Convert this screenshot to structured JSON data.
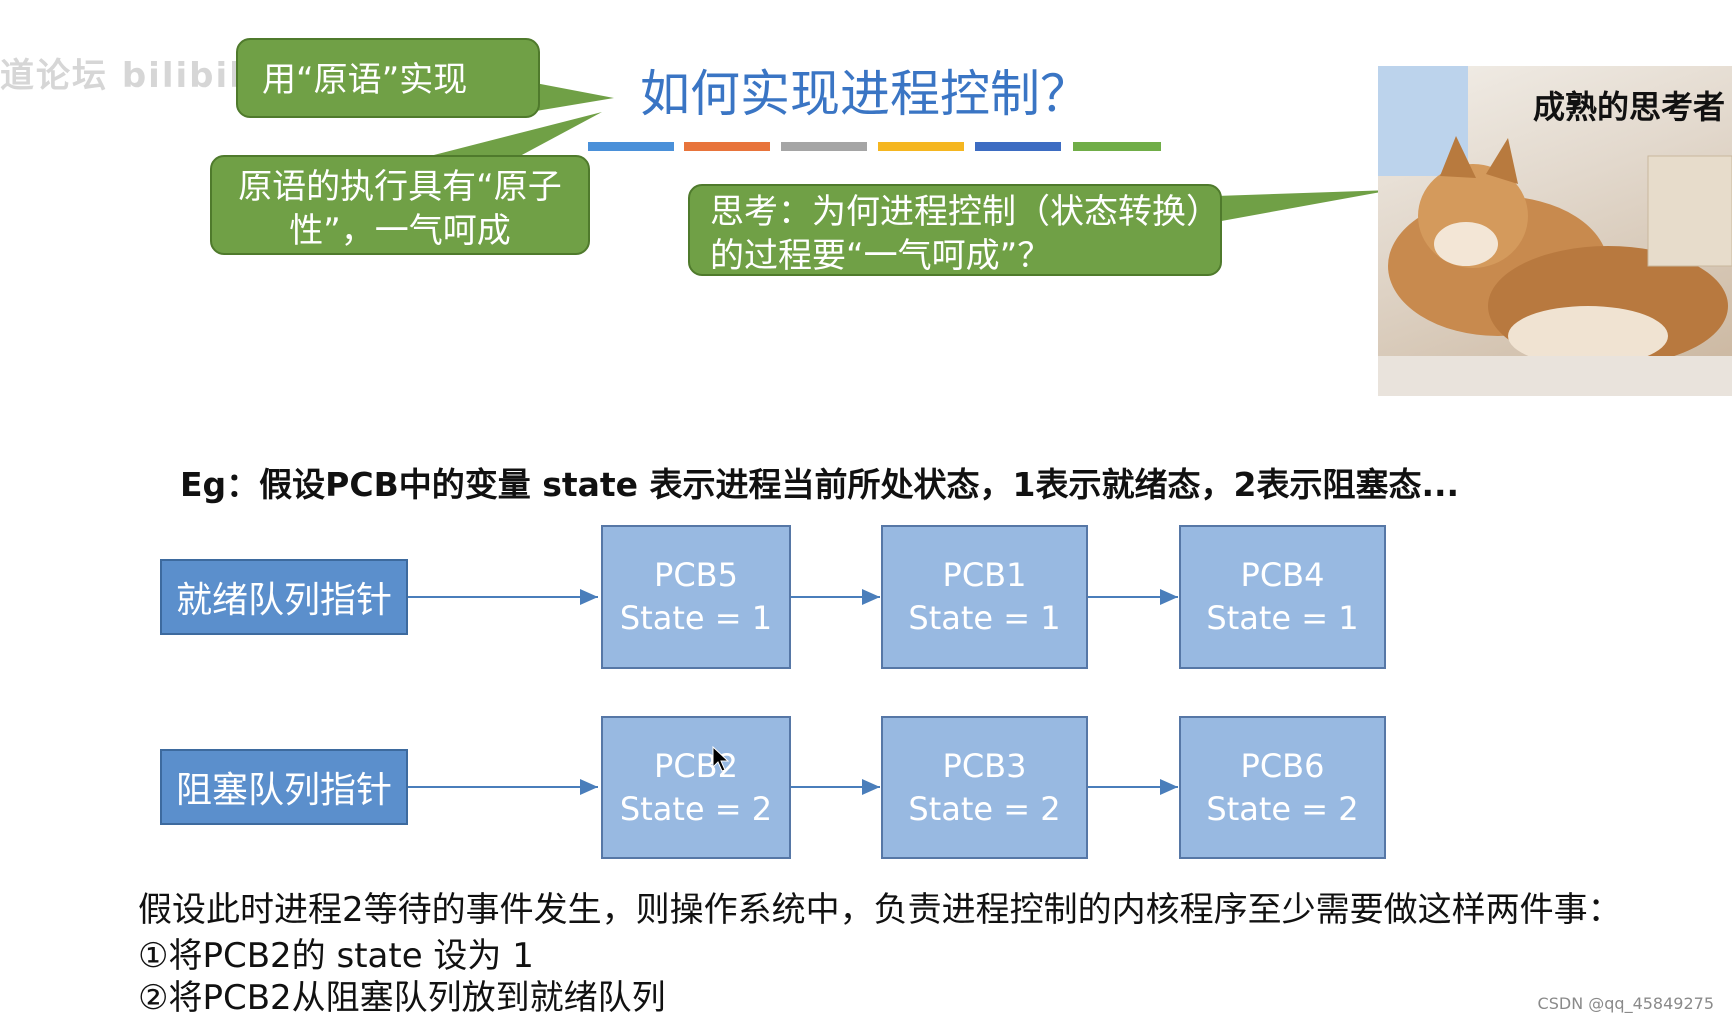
{
  "watermark": "道论坛 bilibili",
  "title": "如何实现进程控制？",
  "bubbles": {
    "primitive": "用“原语”实现",
    "atomic": "原语的执行具有“原子性”，一气呵成",
    "think": "思考：为何进程控制（状态转换）的过程要“一气呵成”？"
  },
  "photo": {
    "caption": "成熟的思考者",
    "icon": "shiba-dog-photo"
  },
  "title_bar_colors": [
    "#4a90d9",
    "#e8743b",
    "#a5a5a5",
    "#f5b620",
    "#3d6cc2",
    "#70ad47"
  ],
  "example": "Eg：假设PCB中的变量 state 表示进程当前所处状态，1表示就绪态，2表示阻塞态...",
  "queues": {
    "ready": {
      "label": "就绪队列指针",
      "nodes": [
        {
          "name": "PCB5",
          "state": "State = 1"
        },
        {
          "name": "PCB1",
          "state": "State = 1"
        },
        {
          "name": "PCB4",
          "state": "State = 1"
        }
      ]
    },
    "blocked": {
      "label": "阻塞队列指针",
      "nodes": [
        {
          "name": "PCB2",
          "state": "State = 2"
        },
        {
          "name": "PCB3",
          "state": "State = 2"
        },
        {
          "name": "PCB6",
          "state": "State = 2"
        }
      ]
    }
  },
  "conclusion": [
    "假设此时进程2等待的事件发生，则操作系统中，负责进程控制的内核程序至少需要做这样两件事：",
    "①将PCB2的 state 设为 1",
    "②将PCB2从阻塞队列放到就绪队列"
  ],
  "footer": "CSDN @qq_45849275"
}
